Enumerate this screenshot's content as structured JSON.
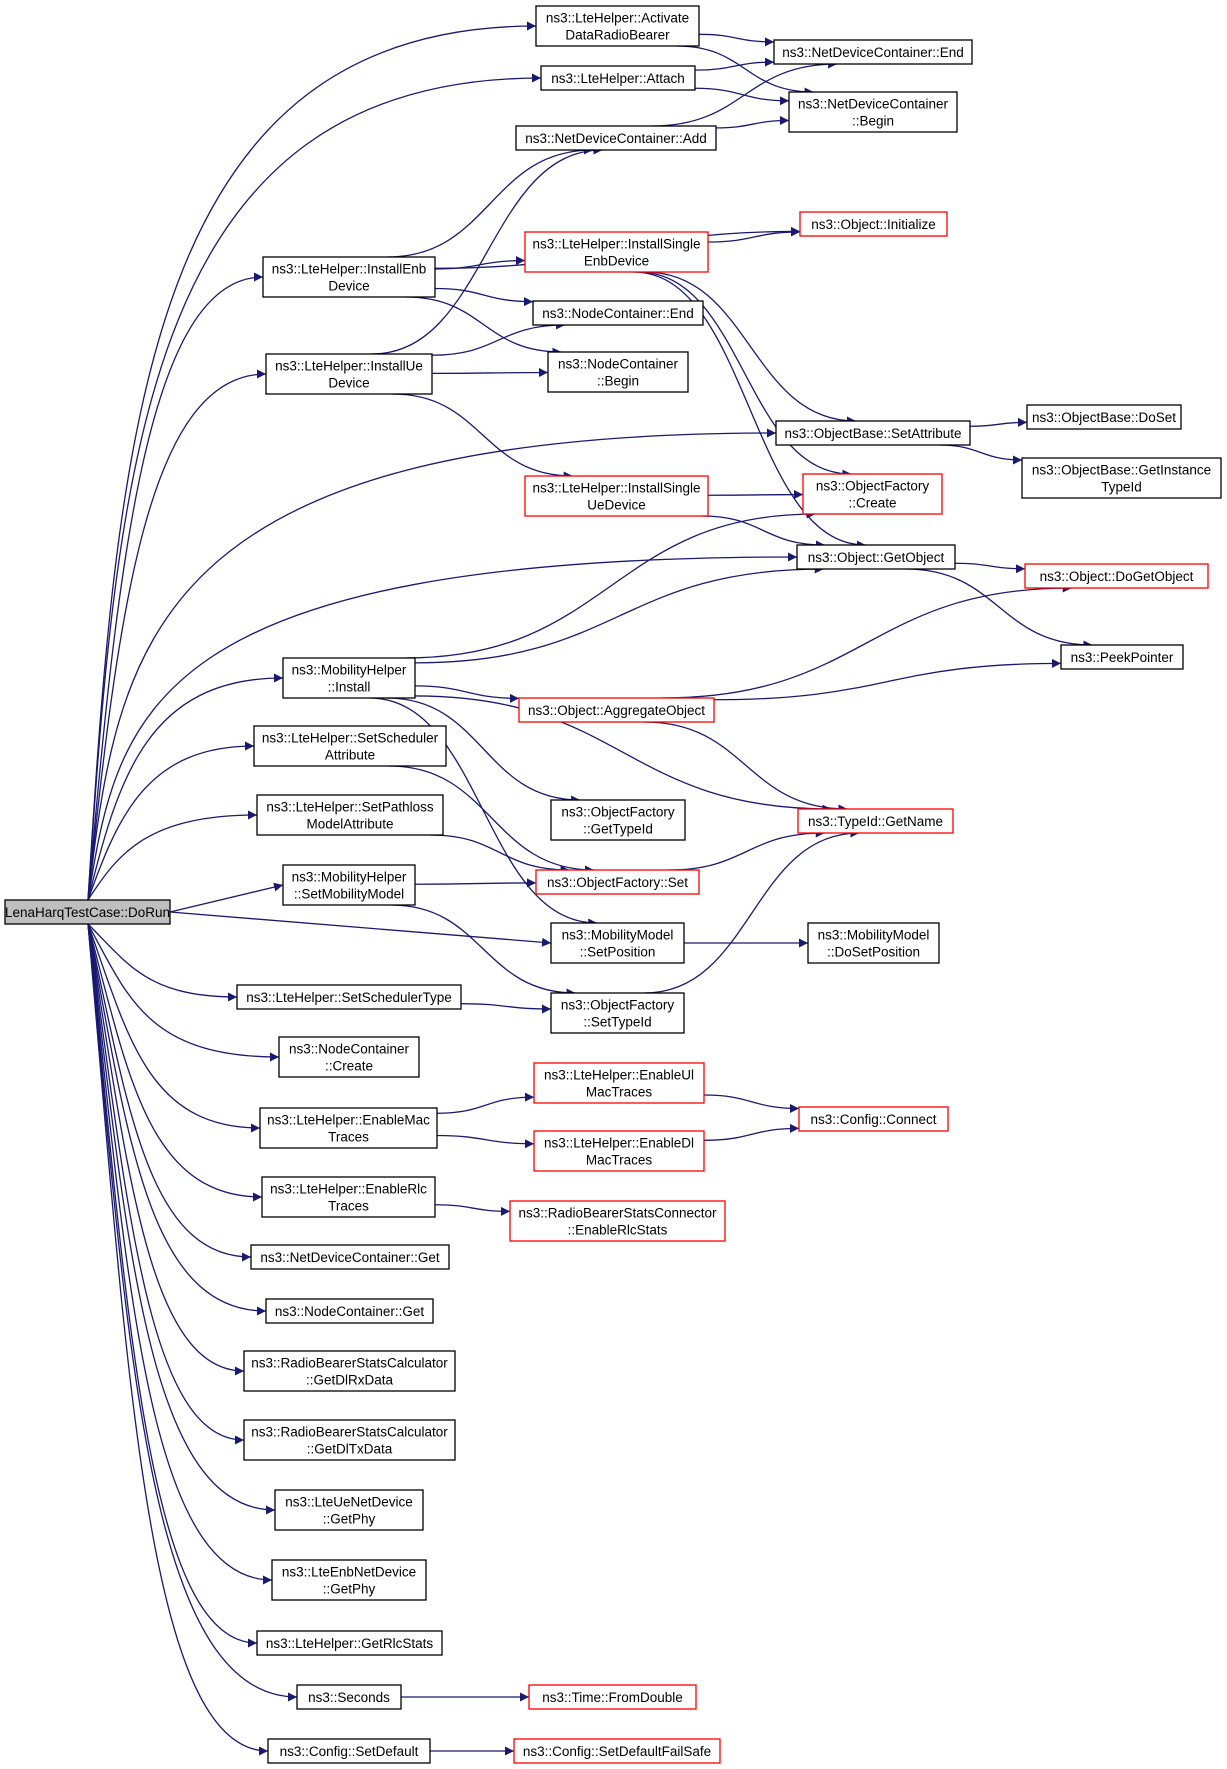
{
  "colors": {
    "edge": "#191970",
    "node_border": "#000000",
    "truncated_border": "#ff0000",
    "root_fill": "#bfbfbf"
  },
  "nodes": [
    {
      "id": "root",
      "lines": [
        "LenaHarqTestCase::DoRun"
      ],
      "style": "root"
    },
    {
      "id": "activate",
      "lines": [
        "ns3::LteHelper::Activate",
        "DataRadioBearer"
      ],
      "style": "normal"
    },
    {
      "id": "attach",
      "lines": [
        "ns3::LteHelper::Attach"
      ],
      "style": "normal"
    },
    {
      "id": "ndc_add",
      "lines": [
        "ns3::NetDeviceContainer::Add"
      ],
      "style": "normal"
    },
    {
      "id": "ndc_end",
      "lines": [
        "ns3::NetDeviceContainer::End"
      ],
      "style": "normal"
    },
    {
      "id": "ndc_begin",
      "lines": [
        "ns3::NetDeviceContainer",
        "::Begin"
      ],
      "style": "normal"
    },
    {
      "id": "install_enb",
      "lines": [
        "ns3::LteHelper::InstallEnb",
        "Device"
      ],
      "style": "normal"
    },
    {
      "id": "install_ue",
      "lines": [
        "ns3::LteHelper::InstallUe",
        "Device"
      ],
      "style": "normal"
    },
    {
      "id": "install_single_enb",
      "lines": [
        "ns3::LteHelper::InstallSingle",
        "EnbDevice"
      ],
      "style": "red"
    },
    {
      "id": "obj_init",
      "lines": [
        "ns3::Object::Initialize"
      ],
      "style": "red"
    },
    {
      "id": "nc_end",
      "lines": [
        "ns3::NodeContainer::End"
      ],
      "style": "normal"
    },
    {
      "id": "nc_begin",
      "lines": [
        "ns3::NodeContainer",
        "::Begin"
      ],
      "style": "normal"
    },
    {
      "id": "ob_setattr",
      "lines": [
        "ns3::ObjectBase::SetAttribute"
      ],
      "style": "normal"
    },
    {
      "id": "ob_doset",
      "lines": [
        "ns3::ObjectBase::DoSet"
      ],
      "style": "normal"
    },
    {
      "id": "ob_getinst",
      "lines": [
        "ns3::ObjectBase::GetInstance",
        "TypeId"
      ],
      "style": "normal"
    },
    {
      "id": "install_single_ue",
      "lines": [
        "ns3::LteHelper::InstallSingle",
        "UeDevice"
      ],
      "style": "red"
    },
    {
      "id": "of_create",
      "lines": [
        "ns3::ObjectFactory",
        "::Create"
      ],
      "style": "red"
    },
    {
      "id": "obj_getobject",
      "lines": [
        "ns3::Object::GetObject"
      ],
      "style": "normal"
    },
    {
      "id": "obj_dogetobject",
      "lines": [
        "ns3::Object::DoGetObject"
      ],
      "style": "red"
    },
    {
      "id": "mob_install",
      "lines": [
        "ns3::MobilityHelper",
        "::Install"
      ],
      "style": "normal"
    },
    {
      "id": "peekpointer",
      "lines": [
        "ns3::PeekPointer"
      ],
      "style": "normal"
    },
    {
      "id": "aggregate",
      "lines": [
        "ns3::Object::AggregateObject"
      ],
      "style": "red"
    },
    {
      "id": "set_sched_attr",
      "lines": [
        "ns3::LteHelper::SetScheduler",
        "Attribute"
      ],
      "style": "normal"
    },
    {
      "id": "of_gettypeid",
      "lines": [
        "ns3::ObjectFactory",
        "::GetTypeId"
      ],
      "style": "normal"
    },
    {
      "id": "typeid_getname",
      "lines": [
        "ns3::TypeId::GetName"
      ],
      "style": "red"
    },
    {
      "id": "set_pathloss",
      "lines": [
        "ns3::LteHelper::SetPathloss",
        "ModelAttribute"
      ],
      "style": "normal"
    },
    {
      "id": "mob_setmodel",
      "lines": [
        "ns3::MobilityHelper",
        "::SetMobilityModel"
      ],
      "style": "normal"
    },
    {
      "id": "of_set",
      "lines": [
        "ns3::ObjectFactory::Set"
      ],
      "style": "red"
    },
    {
      "id": "mm_setpos",
      "lines": [
        "ns3::MobilityModel",
        "::SetPosition"
      ],
      "style": "normal"
    },
    {
      "id": "mm_dosetpos",
      "lines": [
        "ns3::MobilityModel",
        "::DoSetPosition"
      ],
      "style": "normal"
    },
    {
      "id": "set_sched_type",
      "lines": [
        "ns3::LteHelper::SetSchedulerType"
      ],
      "style": "normal"
    },
    {
      "id": "of_settypeid",
      "lines": [
        "ns3::ObjectFactory",
        "::SetTypeId"
      ],
      "style": "normal"
    },
    {
      "id": "nc_create",
      "lines": [
        "ns3::NodeContainer",
        "::Create"
      ],
      "style": "normal"
    },
    {
      "id": "enable_ul_mac",
      "lines": [
        "ns3::LteHelper::EnableUl",
        "MacTraces"
      ],
      "style": "red"
    },
    {
      "id": "enable_mac",
      "lines": [
        "ns3::LteHelper::EnableMac",
        "Traces"
      ],
      "style": "normal"
    },
    {
      "id": "config_connect",
      "lines": [
        "ns3::Config::Connect"
      ],
      "style": "red"
    },
    {
      "id": "enable_dl_mac",
      "lines": [
        "ns3::LteHelper::EnableDl",
        "MacTraces"
      ],
      "style": "red"
    },
    {
      "id": "enable_rlc",
      "lines": [
        "ns3::LteHelper::EnableRlc",
        "Traces"
      ],
      "style": "normal"
    },
    {
      "id": "rbsc_enablerlc",
      "lines": [
        "ns3::RadioBearerStatsConnector",
        "::EnableRlcStats"
      ],
      "style": "red"
    },
    {
      "id": "ndc_get",
      "lines": [
        "ns3::NetDeviceContainer::Get"
      ],
      "style": "normal"
    },
    {
      "id": "nc_get",
      "lines": [
        "ns3::NodeContainer::Get"
      ],
      "style": "normal"
    },
    {
      "id": "rbsc_getdlrx",
      "lines": [
        "ns3::RadioBearerStatsCalculator",
        "::GetDlRxData"
      ],
      "style": "normal"
    },
    {
      "id": "rbsc_getdltx",
      "lines": [
        "ns3::RadioBearerStatsCalculator",
        "::GetDlTxData"
      ],
      "style": "normal"
    },
    {
      "id": "ue_getphy",
      "lines": [
        "ns3::LteUeNetDevice",
        "::GetPhy"
      ],
      "style": "normal"
    },
    {
      "id": "enb_getphy",
      "lines": [
        "ns3::LteEnbNetDevice",
        "::GetPhy"
      ],
      "style": "normal"
    },
    {
      "id": "getrlcstats",
      "lines": [
        "ns3::LteHelper::GetRlcStats"
      ],
      "style": "normal"
    },
    {
      "id": "seconds",
      "lines": [
        "ns3::Seconds"
      ],
      "style": "normal"
    },
    {
      "id": "time_fromdouble",
      "lines": [
        "ns3::Time::FromDouble"
      ],
      "style": "red"
    },
    {
      "id": "config_setdefault",
      "lines": [
        "ns3::Config::SetDefault"
      ],
      "style": "normal"
    },
    {
      "id": "config_setdefaultfs",
      "lines": [
        "ns3::Config::SetDefaultFailSafe"
      ],
      "style": "red"
    }
  ],
  "edges": [
    [
      "root",
      "activate"
    ],
    [
      "root",
      "attach"
    ],
    [
      "root",
      "install_enb"
    ],
    [
      "root",
      "install_ue"
    ],
    [
      "root",
      "ob_setattr"
    ],
    [
      "root",
      "obj_getobject"
    ],
    [
      "root",
      "mob_install"
    ],
    [
      "root",
      "set_sched_attr"
    ],
    [
      "root",
      "set_pathloss"
    ],
    [
      "root",
      "mob_setmodel"
    ],
    [
      "root",
      "mm_setpos"
    ],
    [
      "root",
      "set_sched_type"
    ],
    [
      "root",
      "nc_create"
    ],
    [
      "root",
      "enable_mac"
    ],
    [
      "root",
      "enable_rlc"
    ],
    [
      "root",
      "ndc_get"
    ],
    [
      "root",
      "nc_get"
    ],
    [
      "root",
      "rbsc_getdlrx"
    ],
    [
      "root",
      "rbsc_getdltx"
    ],
    [
      "root",
      "ue_getphy"
    ],
    [
      "root",
      "enb_getphy"
    ],
    [
      "root",
      "getrlcstats"
    ],
    [
      "root",
      "seconds"
    ],
    [
      "root",
      "config_setdefault"
    ],
    [
      "activate",
      "ndc_end"
    ],
    [
      "activate",
      "ndc_begin"
    ],
    [
      "attach",
      "ndc_end"
    ],
    [
      "attach",
      "ndc_begin"
    ],
    [
      "ndc_add",
      "ndc_end"
    ],
    [
      "ndc_add",
      "ndc_begin"
    ],
    [
      "install_enb",
      "ndc_add"
    ],
    [
      "install_enb",
      "obj_init"
    ],
    [
      "install_enb",
      "install_single_enb"
    ],
    [
      "install_enb",
      "nc_end"
    ],
    [
      "install_enb",
      "nc_begin"
    ],
    [
      "install_ue",
      "ndc_add"
    ],
    [
      "install_ue",
      "nc_end"
    ],
    [
      "install_ue",
      "nc_begin"
    ],
    [
      "install_ue",
      "install_single_ue"
    ],
    [
      "install_single_enb",
      "obj_init"
    ],
    [
      "install_single_enb",
      "ob_setattr"
    ],
    [
      "install_single_enb",
      "of_create"
    ],
    [
      "install_single_enb",
      "obj_getobject"
    ],
    [
      "ob_setattr",
      "ob_doset"
    ],
    [
      "ob_setattr",
      "ob_getinst"
    ],
    [
      "install_single_ue",
      "of_create"
    ],
    [
      "install_single_ue",
      "obj_getobject"
    ],
    [
      "obj_getobject",
      "obj_dogetobject"
    ],
    [
      "obj_getobject",
      "peekpointer"
    ],
    [
      "mob_install",
      "of_create"
    ],
    [
      "mob_install",
      "obj_getobject"
    ],
    [
      "mob_install",
      "aggregate"
    ],
    [
      "mob_install",
      "of_gettypeid"
    ],
    [
      "mob_install",
      "typeid_getname"
    ],
    [
      "mob_install",
      "mm_setpos"
    ],
    [
      "aggregate",
      "obj_dogetobject"
    ],
    [
      "aggregate",
      "peekpointer"
    ],
    [
      "aggregate",
      "typeid_getname"
    ],
    [
      "set_sched_attr",
      "of_set"
    ],
    [
      "set_pathloss",
      "of_set"
    ],
    [
      "mob_setmodel",
      "of_set"
    ],
    [
      "mob_setmodel",
      "of_settypeid"
    ],
    [
      "of_set",
      "typeid_getname"
    ],
    [
      "of_settypeid",
      "typeid_getname"
    ],
    [
      "mm_setpos",
      "mm_dosetpos"
    ],
    [
      "set_sched_type",
      "of_settypeid"
    ],
    [
      "enable_mac",
      "enable_ul_mac"
    ],
    [
      "enable_mac",
      "enable_dl_mac"
    ],
    [
      "enable_ul_mac",
      "config_connect"
    ],
    [
      "enable_dl_mac",
      "config_connect"
    ],
    [
      "enable_rlc",
      "rbsc_enablerlc"
    ],
    [
      "seconds",
      "time_fromdouble"
    ],
    [
      "config_setdefault",
      "config_setdefaultfs"
    ]
  ]
}
